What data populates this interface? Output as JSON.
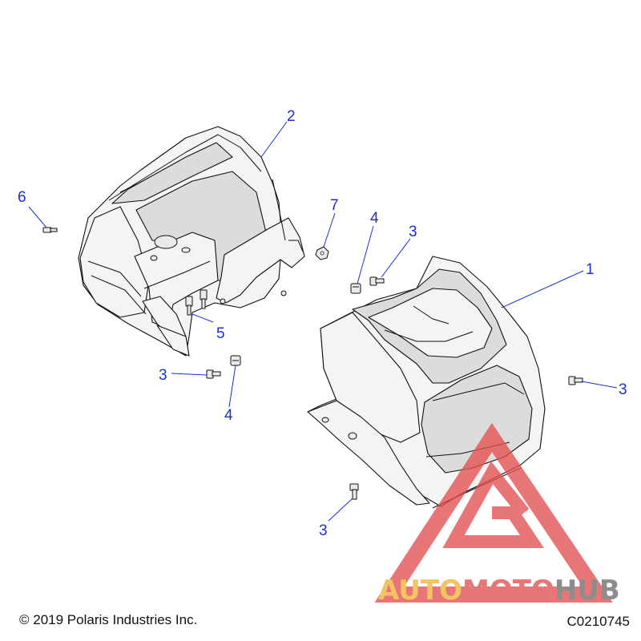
{
  "callouts": {
    "c1": "1",
    "c2": "2",
    "c3a": "3",
    "c3b": "3",
    "c3c": "3",
    "c3d": "3",
    "c4a": "4",
    "c4b": "4",
    "c5": "5",
    "c6": "6",
    "c7": "7"
  },
  "footer": {
    "copyright": "© 2019 Polaris Industries Inc.",
    "figure_code": "C0210745"
  },
  "watermark": {
    "word_a": "AUTO",
    "word_b": "MOTO",
    "word_c": "HUB"
  },
  "colors": {
    "callout": "#1e2fd0",
    "watermark_orange": "#f2b33a",
    "watermark_red": "#e45050",
    "watermark_gray": "#6e6e6e"
  }
}
